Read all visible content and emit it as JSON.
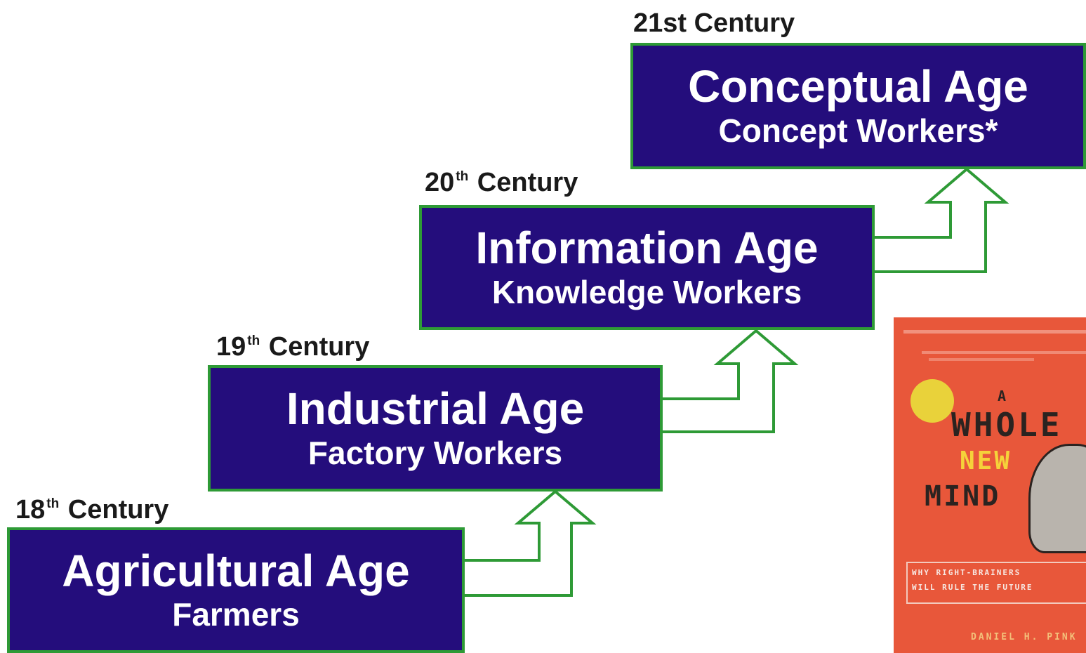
{
  "stages": [
    {
      "century_num": "18",
      "century_sup": "th",
      "century_rest": "Century",
      "age": "Agricultural Age",
      "workers": "Farmers"
    },
    {
      "century_num": "19",
      "century_sup": "th",
      "century_rest": "Century",
      "age": "Industrial Age",
      "workers": "Factory Workers"
    },
    {
      "century_num": "20",
      "century_sup": "th",
      "century_rest": "Century",
      "age": "Information Age",
      "workers": "Knowledge Workers"
    },
    {
      "century_full": "21st Century",
      "age": "Conceptual Age",
      "workers": "Concept Workers*"
    }
  ],
  "colors": {
    "box_fill": "#240d7c",
    "box_border": "#2e9a36",
    "arrow": "#2e9a36",
    "book": "#e8573a"
  },
  "book": {
    "title_a": "A",
    "title_whole": "WHOLE",
    "title_new": "NEW",
    "title_mind": "MIND",
    "subtitle_1": "WHY RIGHT-BRAINERS",
    "subtitle_2": "WILL RULE THE FUTURE",
    "author": "DANIEL H. PINK"
  }
}
